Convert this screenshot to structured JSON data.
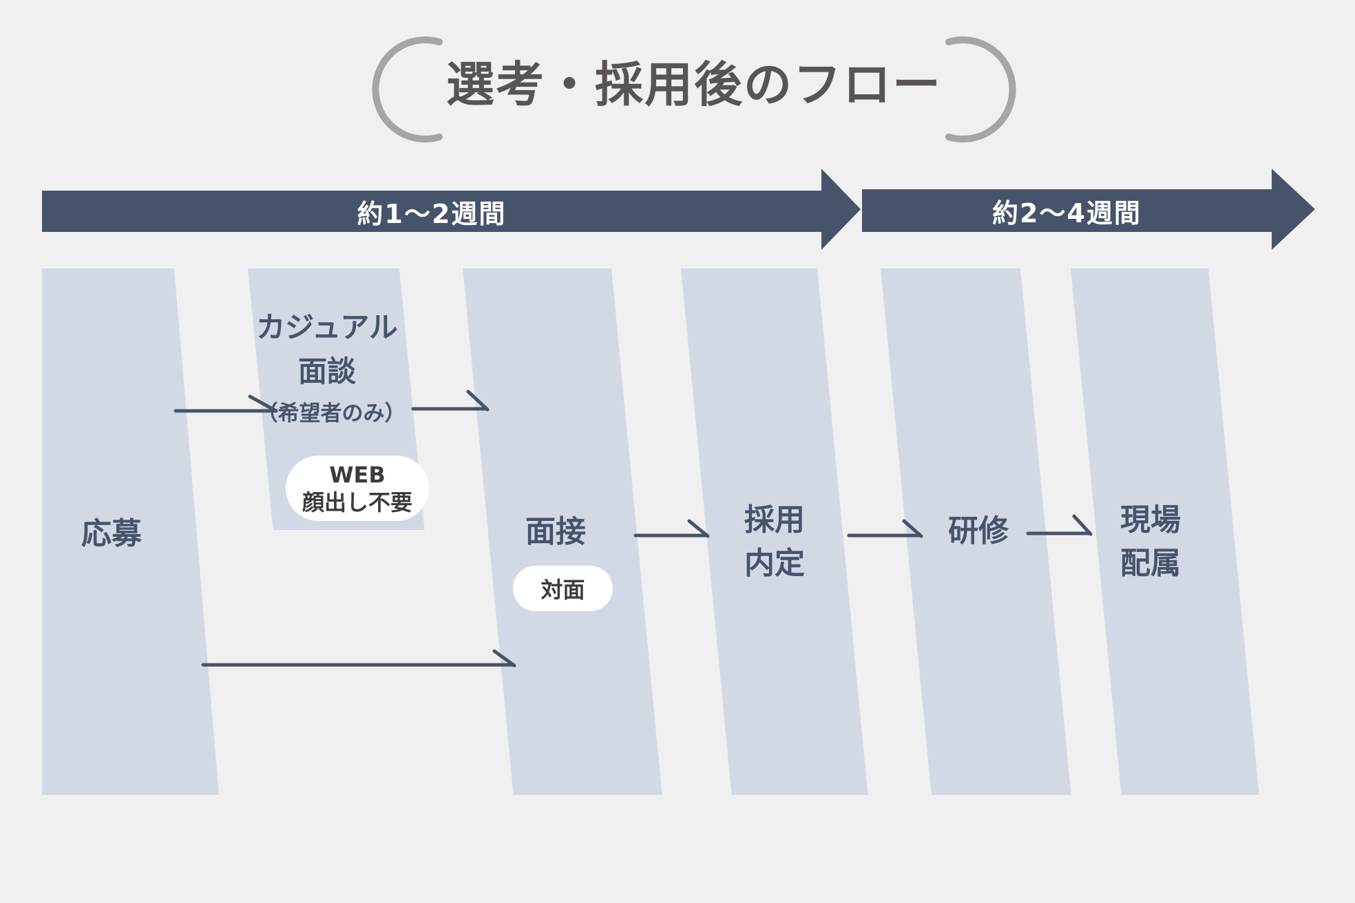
{
  "title": "選考・採用後のフロー",
  "phases": [
    {
      "label": "約1〜2週間"
    },
    {
      "label": "約2〜4週間"
    }
  ],
  "steps": [
    {
      "label": "応募"
    },
    {
      "line1": "カジュアル",
      "line2": "面談",
      "note": "（希望者のみ）",
      "badge_line1": "WEB",
      "badge_line2": "顔出し不要"
    },
    {
      "label": "面接",
      "badge": "対面"
    },
    {
      "line1": "採用",
      "line2": "内定"
    },
    {
      "label": "研修"
    },
    {
      "line1": "現場",
      "line2": "配属"
    }
  ],
  "colors": {
    "background": "#f1f0f0",
    "column_fill": "#d3d9e4",
    "accent_slate": "#46536b",
    "phase_arrow_text": "#ffffff",
    "title_text": "#595454",
    "paren_gray": "#a7a4a4",
    "badge_bg": "#ffffff",
    "badge_text": "#3b3b3b"
  }
}
